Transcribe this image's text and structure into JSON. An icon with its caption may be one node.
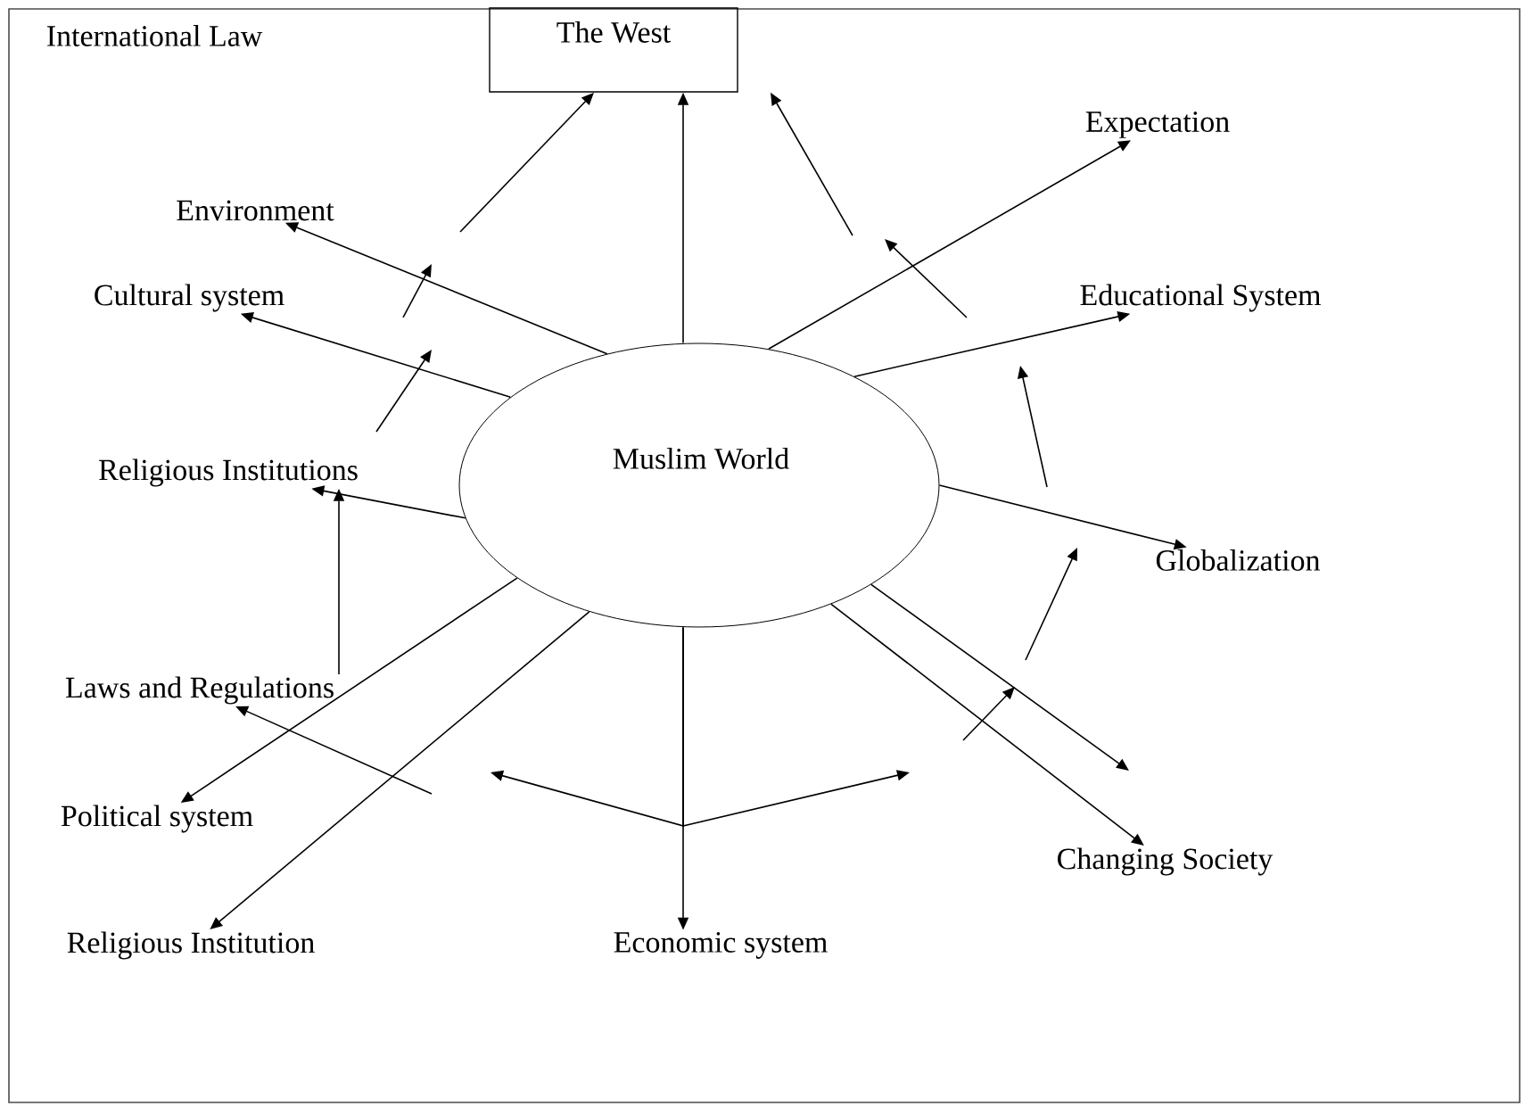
{
  "diagram": {
    "nodes": [
      {
        "text": [
          "The West"
        ]
      },
      {
        "text": [
          "Muslim World"
        ]
      },
      {
        "text": [
          "Environment"
        ]
      },
      {
        "text": [
          "Expectation"
        ]
      },
      {
        "text": [
          "Cultural system"
        ]
      },
      {
        "text": [
          "Educational System"
        ]
      },
      {
        "text": [
          "Religious Institutions"
        ]
      },
      {
        "text": [
          "Globalization"
        ]
      },
      {
        "text": [
          "Laws and Regulations"
        ]
      },
      {
        "text": [
          "Political system"
        ]
      },
      {
        "text": [
          "Changing Society"
        ]
      },
      {
        "text": [
          "Religious Institution"
        ]
      },
      {
        "text": [
          "Economic system"
        ]
      }
    ],
    "edges": [
      {
        "from": 1,
        "to": 0,
        "arrow": "to"
      },
      {
        "from": null,
        "to": 0,
        "arrow": "to"
      },
      {
        "from": null,
        "to": 0,
        "arrow": "to"
      },
      {
        "from": null,
        "to": 8,
        "arrow": "to"
      },
      {
        "from": 8,
        "to": 6,
        "arrow": "to"
      },
      {
        "from": 1,
        "to": 2,
        "arrow": "to"
      },
      {
        "from": 1,
        "to": 4,
        "arrow": "to"
      },
      {
        "from": 1,
        "to": 6,
        "arrow": "to"
      },
      {
        "from": 1,
        "to": 9,
        "arrow": "to"
      },
      {
        "from": 1,
        "to": 11,
        "arrow": "to"
      },
      {
        "from": 1,
        "to": 12,
        "arrow": "to"
      },
      {
        "from": 1,
        "to": 10,
        "arrow": "to"
      },
      {
        "from": 1,
        "to": 3,
        "arrow": "to"
      },
      {
        "from": 1,
        "to": 5,
        "arrow": "to"
      },
      {
        "from": 1,
        "to": 7,
        "arrow": "to"
      },
      {
        "from": 1,
        "to": null,
        "arrow": "to"
      },
      {
        "from": 1,
        "to": null,
        "arrow": "to"
      },
      {
        "from": 1,
        "to": null,
        "arrow": "to"
      }
    ],
    "labels": [
      "International Law"
    ]
  }
}
